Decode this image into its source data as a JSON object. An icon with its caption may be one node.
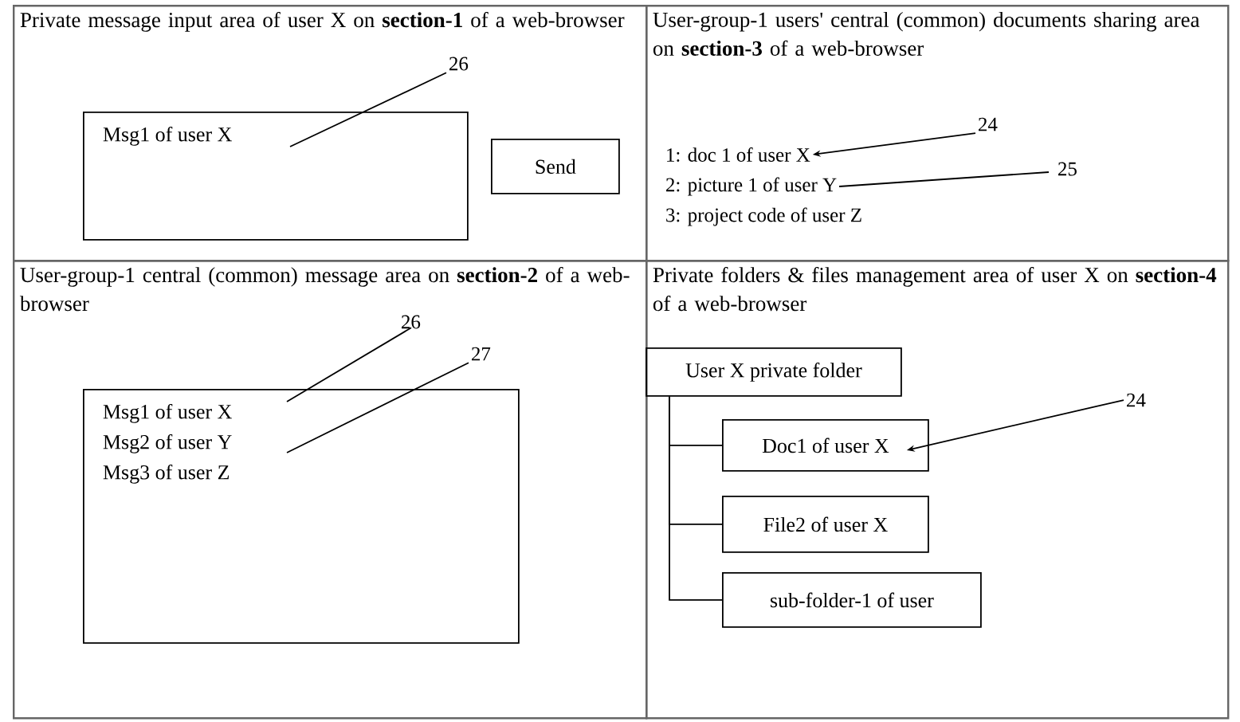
{
  "diagram": {
    "nodes": [
      {
        "text": [
          "Private message input area of user X on **section-1** of a web-browser"
        ]
      },
      {
        "text": [
          "Msg1 of user X"
        ],
        "in": 0
      },
      {
        "text": [
          "Send"
        ],
        "in": 0
      },
      {
        "text": [
          "26"
        ],
        "in": 0
      },
      {
        "text": [
          "User-group-1 users' central (common) documents sharing area on **section-3** of a web-browser"
        ]
      },
      {
        "text": [
          "24"
        ],
        "in": 4
      },
      {
        "text": [
          "1:  doc 1 of user X"
        ],
        "in": 4
      },
      {
        "text": [
          "25"
        ],
        "in": 4
      },
      {
        "text": [
          "2:  picture 1 of user Y"
        ],
        "in": 4
      },
      {
        "text": [
          "User-group-1 central (common) message area on **section-2** of a web-browser"
        ]
      },
      {
        "text": [
          "Msg1 of user X",
          "Msg2 of user Y",
          "Msg3 of user Z"
        ],
        "in": 9
      },
      {
        "text": [
          "26"
        ],
        "in": 9
      },
      {
        "text": [
          "27"
        ],
        "in": 9
      },
      {
        "text": [
          "Private folders & files management area of user X on **section-4** of a web-browser"
        ]
      },
      {
        "text": [
          "User X private folder"
        ],
        "in": 13
      },
      {
        "text": [
          "Doc1 of user X"
        ],
        "in": 13
      },
      {
        "text": [
          "File2 of user X"
        ],
        "in": 13
      },
      {
        "text": [
          "sub-folder-1 of user"
        ],
        "in": 13
      },
      {
        "text": [
          "24"
        ],
        "in": 13
      }
    ],
    "edges": [
      {
        "from": 3,
        "to": 1,
        "arrow": "none"
      },
      {
        "from": 5,
        "to": 6,
        "arrow": "to"
      },
      {
        "from": 7,
        "to": 8,
        "arrow": "none"
      },
      {
        "from": 11,
        "to": 10,
        "arrow": "none"
      },
      {
        "from": 12,
        "to": 10,
        "arrow": "none"
      },
      {
        "from": 14,
        "to": 15,
        "arrow": "none"
      },
      {
        "from": 14,
        "to": 16,
        "arrow": "none"
      },
      {
        "from": 14,
        "to": 17,
        "arrow": "none"
      },
      {
        "from": 18,
        "to": 15,
        "arrow": "to"
      }
    ],
    "labels": [
      "3:  project code of user Z"
    ]
  }
}
